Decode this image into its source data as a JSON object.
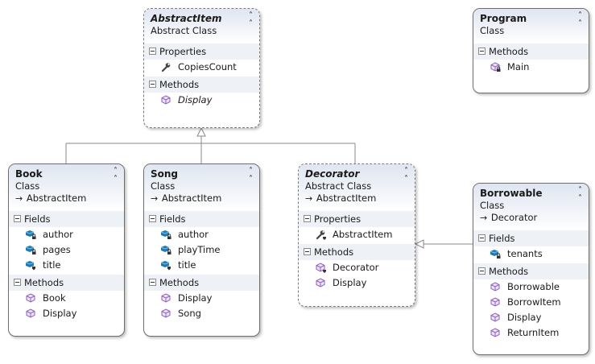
{
  "classes": {
    "abstractitem": {
      "name": "AbstractItem",
      "kind": "Abstract Class",
      "properties_label": "Properties",
      "properties": [
        "CopiesCount"
      ],
      "methods_label": "Methods",
      "methods": [
        "Display"
      ]
    },
    "program": {
      "name": "Program",
      "kind": "Class",
      "methods_label": "Methods",
      "methods": [
        "Main"
      ]
    },
    "book": {
      "name": "Book",
      "kind": "Class",
      "base": "AbstractItem",
      "fields_label": "Fields",
      "fields": [
        "author",
        "pages",
        "title"
      ],
      "methods_label": "Methods",
      "methods": [
        "Book",
        "Display"
      ]
    },
    "song": {
      "name": "Song",
      "kind": "Class",
      "base": "AbstractItem",
      "fields_label": "Fields",
      "fields": [
        "author",
        "playTime",
        "title"
      ],
      "methods_label": "Methods",
      "methods": [
        "Display",
        "Song"
      ]
    },
    "decorator": {
      "name": "Decorator",
      "kind": "Abstract Class",
      "base": "AbstractItem",
      "properties_label": "Properties",
      "properties": [
        "AbstractItem"
      ],
      "methods_label": "Methods",
      "methods": [
        "Decorator",
        "Display"
      ]
    },
    "borrowable": {
      "name": "Borrowable",
      "kind": "Class",
      "base": "Decorator",
      "fields_label": "Fields",
      "fields": [
        "tenants"
      ],
      "methods_label": "Methods",
      "methods": [
        "Borrowable",
        "BorrowItem",
        "Display",
        "ReturnItem"
      ]
    }
  },
  "icons": {
    "collapse": "double-chevron-up-icon",
    "section_toggle": "minus-box-icon",
    "inherits": "arrow-right-icon",
    "property": "wrench-icon",
    "field": "field-icon",
    "method": "method-cube-icon"
  },
  "colors": {
    "header_gradient_top": "#dfe6f1",
    "section_band": "#eef1f6",
    "method_icon": "#8e5fc0",
    "field_icon": "#1f7ab3",
    "connector": "#8a8a8a"
  }
}
